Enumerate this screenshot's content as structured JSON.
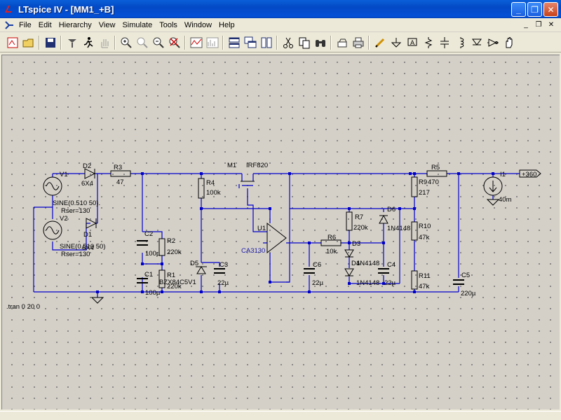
{
  "window": {
    "title": "LTspice IV - [MM1_+B]"
  },
  "menu": {
    "items": [
      {
        "label": "File"
      },
      {
        "label": "Edit"
      },
      {
        "label": "Hierarchy"
      },
      {
        "label": "View"
      },
      {
        "label": "Simulate"
      },
      {
        "label": "Tools"
      },
      {
        "label": "Window"
      },
      {
        "label": "Help"
      }
    ]
  },
  "toolbar": {
    "icons": [
      "open-schematic-icon",
      "open-file-icon",
      "save-icon",
      "control-panel-icon",
      "run-icon",
      "pan-icon",
      "zoom-in-icon",
      "zoom-full-icon",
      "zoom-out-icon",
      "zoom-cancel-icon",
      "waveform-icon",
      "fft-icon",
      "tile-horizontal-icon",
      "cascade-icon",
      "tile-vertical-icon",
      "cut-icon",
      "copy-icon",
      "find-icon",
      "undo-icon",
      "print-icon",
      "draw-wire-icon",
      "ground-icon",
      "label-net-icon",
      "resistor-icon",
      "capacitor-icon",
      "inductor-icon",
      "diode-icon",
      "component-icon",
      "move-icon"
    ]
  },
  "schematic": {
    "directive": ".tran 0 20 0",
    "output_label": "+360",
    "labels": {
      "v1": "V1",
      "v1_sine": "SINE(0.510 50).",
      "v1_rser": "Rser=130",
      "v2": "V2",
      "v2_sine": "SINE(0.510 50)",
      "v2_rser": "Rser=130",
      "d2": "D2",
      "d2_val": "6X4",
      "d1": "D1",
      "d1_val": "6X4",
      "r3": "R3",
      "r3_val": "47",
      "m1": "M1",
      "m1_val": "IRF820",
      "r4": "R4",
      "r4_val": "100k",
      "c2": "C2",
      "c2_val": "100µ",
      "r2": "R2",
      "r2_val": "220k",
      "c1": "C1",
      "c1_val": "100µ",
      "r1": "R1",
      "r1_val": "220k",
      "d5_val": "BZX84C5V1",
      "d5": "D5",
      "c3": "C3",
      "c3_val": "22µ",
      "u1": "U1",
      "u1_val": "CA3130",
      "r6": "R6",
      "r6_val": "10k",
      "c6": "C6",
      "c6_val": "22µ",
      "r7": "R7",
      "r7_val": "220k",
      "d3": "D3",
      "d4": "D4",
      "d4_val": "1N4148",
      "d3_val": "1N4148",
      "d6": "D6",
      "d6_val": "1N4148",
      "c4": "C4",
      "c4_val": "22µ",
      "r5": "R5",
      "r9": "R9",
      "r9_val": "470",
      "r9_val2": "217",
      "r10": "R10",
      "r10_val": "47k",
      "r11": "R11",
      "r11_val": "47k",
      "c5": "C5",
      "c5_val": "220µ",
      "i1": "I1",
      "i1_val": "40m"
    }
  },
  "colors": {
    "wire": "#0000cc",
    "canvas": "#d4d0c8",
    "titlebar": "#0450d6"
  }
}
